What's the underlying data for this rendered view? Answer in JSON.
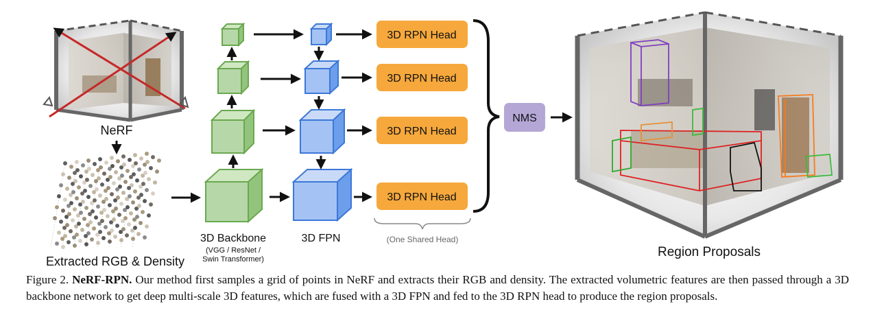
{
  "figure": {
    "nerf_label": "NeRF",
    "extracted_label": "Extracted RGB & Density",
    "backbone_label": "3D Backbone",
    "backbone_sub_1": "(VGG / ResNet /",
    "backbone_sub_2": "Swin Transformer)",
    "fpn_label": "3D FPN",
    "rpn_head_labels": [
      "3D RPN Head",
      "3D RPN Head",
      "3D RPN Head",
      "3D RPN Head"
    ],
    "shared_head_label": "(One Shared Head)",
    "nms_label": "NMS",
    "proposals_label": "Region Proposals"
  },
  "caption": {
    "prefix": "Figure 2.",
    "title": "NeRF-RPN.",
    "text": "Our method first samples a grid of points in NeRF and extracts their RGB and density. The extracted volumetric features are then passed through a 3D backbone network to get deep multi-scale 3D features, which are fused with a 3D FPN and fed to the 3D RPN head to produce the region proposals."
  },
  "colors": {
    "green_face": "#b5dfa0",
    "green_stroke": "#6aa84f",
    "blue_face": "#a4c2f4",
    "blue_stroke": "#3c78d8",
    "orange": "#f6a83c",
    "purple": "#b4a7d6",
    "red": "#cc2222"
  }
}
